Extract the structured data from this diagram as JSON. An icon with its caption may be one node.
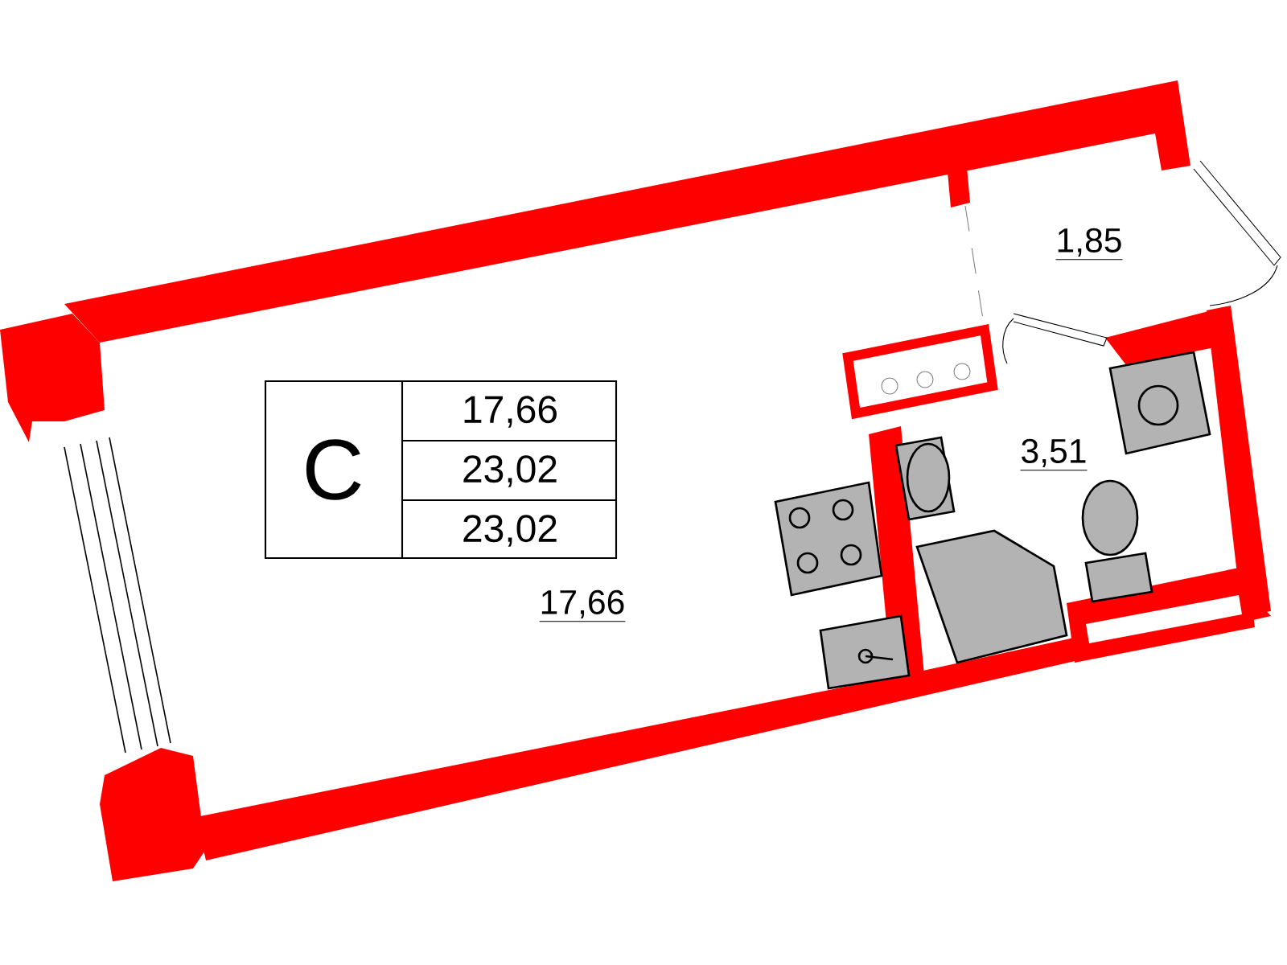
{
  "diagram": {
    "labels": [
      "C",
      "17,66",
      "23,02",
      "23,02",
      "17,66",
      "1,85",
      "3,51"
    ]
  }
}
